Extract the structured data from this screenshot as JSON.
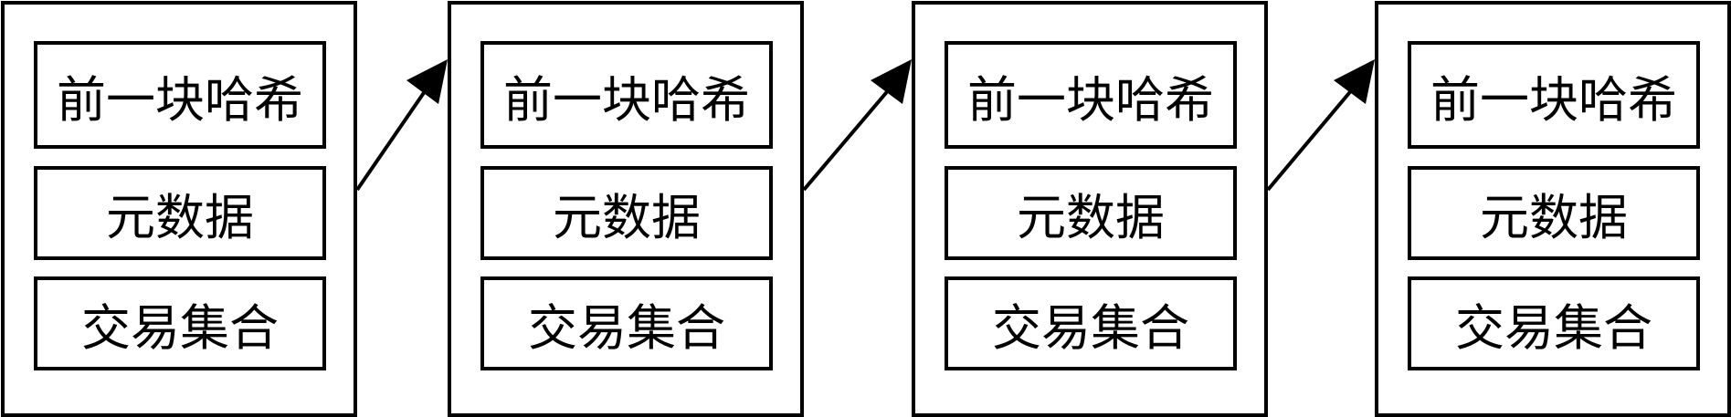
{
  "blocks": [
    {
      "fields": [
        "前一块哈希",
        "元数据",
        "交易集合"
      ]
    },
    {
      "fields": [
        "前一块哈希",
        "元数据",
        "交易集合"
      ]
    },
    {
      "fields": [
        "前一块哈希",
        "元数据",
        "交易集合"
      ]
    },
    {
      "fields": [
        "前一块哈希",
        "元数据",
        "交易集合"
      ]
    }
  ]
}
